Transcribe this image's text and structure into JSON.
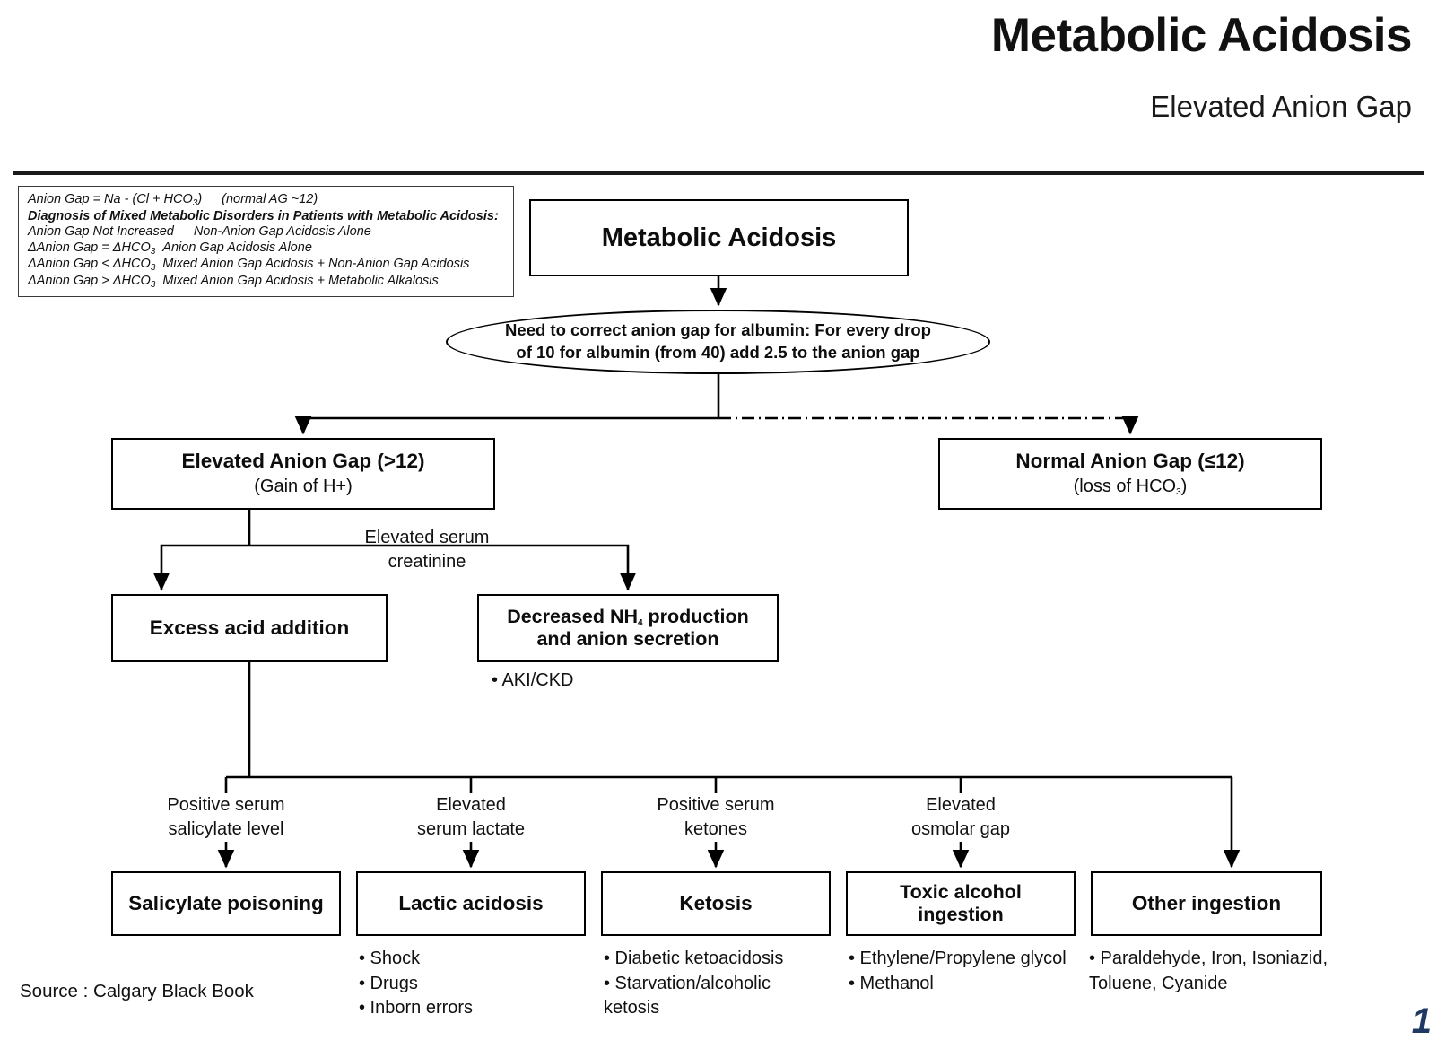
{
  "header": {
    "title": "Metabolic Acidosis",
    "subtitle": "Elevated Anion Gap"
  },
  "legend": {
    "formula_label": "Anion Gap = Na - (Cl + HCO",
    "formula_sub": "3",
    "formula_tail": ")",
    "formula_note": "(normal AG ~12)",
    "heading": "Diagnosis of Mixed Metabolic Disorders in Patients with Metabolic Acidosis:",
    "rows": [
      {
        "condition": "Anion Gap Not Increased",
        "result": "Non-Anion Gap Acidosis Alone"
      },
      {
        "condition": "ΔAnion Gap = ΔHCO",
        "sub": "3",
        "result": "Anion Gap Acidosis Alone"
      },
      {
        "condition": "ΔAnion Gap < ΔHCO",
        "sub": "3",
        "result": "Mixed Anion Gap Acidosis + Non-Anion Gap Acidosis"
      },
      {
        "condition": "ΔAnion Gap > ΔHCO",
        "sub": "3",
        "result": "Mixed Anion Gap Acidosis + Metabolic Alkalosis"
      }
    ]
  },
  "flow": {
    "root": {
      "label": "Metabolic Acidosis"
    },
    "albumin_note": {
      "line1": "Need to correct anion gap for albumin: For every drop",
      "line2": "of 10 for albumin (from 40) add 2.5 to the anion gap"
    },
    "elevated_gap": {
      "title": "Elevated Anion Gap (>12)",
      "subtitle": "(Gain of H+)"
    },
    "normal_gap": {
      "title": "Normal Anion Gap (≤12)",
      "subtitle_pre": "(loss of HCO",
      "subtitle_sub": "3",
      "subtitle_post": ")"
    },
    "excess_acid": {
      "title": "Excess acid addition"
    },
    "decreased_nh4": {
      "title_pre": "Decreased NH",
      "title_sub": "4",
      "title_mid": " production",
      "title_line2": "and anion secretion",
      "bullets": [
        "• AKI/CKD"
      ]
    },
    "edge_label_creatinine": {
      "line1": "Elevated serum",
      "line2": "creatinine"
    },
    "leaves": [
      {
        "name": "salicylate-poisoning",
        "edge_label": {
          "line1": "Positive serum",
          "line2": "salicylate level"
        },
        "title": "Salicylate poisoning",
        "bullets": []
      },
      {
        "name": "lactic-acidosis",
        "edge_label": {
          "line1": "Elevated",
          "line2": "serum lactate"
        },
        "title": "Lactic acidosis",
        "bullets": [
          "• Shock",
          "• Drugs",
          "• Inborn errors"
        ]
      },
      {
        "name": "ketosis",
        "edge_label": {
          "line1": "Positive serum",
          "line2": "ketones"
        },
        "title": "Ketosis",
        "bullets": [
          "• Diabetic ketoacidosis",
          "• Starvation/alcoholic ketosis"
        ]
      },
      {
        "name": "toxic-alcohol-ingestion",
        "edge_label": {
          "line1": "Elevated",
          "line2": "osmolar gap"
        },
        "title_line1": "Toxic alcohol",
        "title_line2": "ingestion",
        "bullets": [
          "• Ethylene/Propylene glycol",
          "• Methanol"
        ]
      },
      {
        "name": "other-ingestion",
        "edge_label": {
          "line1": "",
          "line2": ""
        },
        "title": "Other ingestion",
        "bullets": [
          "• Paraldehyde,  Iron, Isoniazid, Toluene, Cyanide"
        ]
      }
    ]
  },
  "footer": {
    "source": "Source : Calgary Black Book",
    "page_number": "1"
  },
  "colors": {
    "ink": "#0d0d0d",
    "rule": "#1a1a1a",
    "page_number": "#1f3864",
    "box_border": "#000000",
    "background": "#ffffff"
  }
}
